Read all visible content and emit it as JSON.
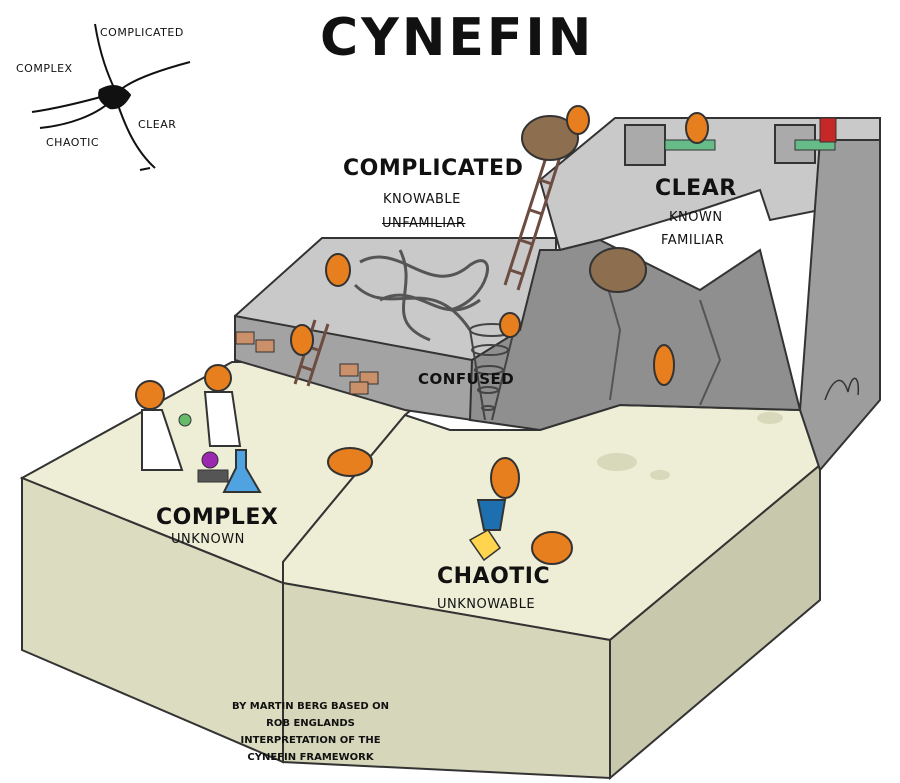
{
  "title": "CYNEFIN",
  "mini_diagram": {
    "complicated": "COMPLICATED",
    "complex": "COMPLEX",
    "clear": "CLEAR",
    "chaotic": "CHAOTIC"
  },
  "domains": {
    "complicated": {
      "name": "COMPLICATED",
      "line1": "KNOWABLE",
      "line2": "UNFAMILIAR"
    },
    "clear": {
      "name": "CLEAR",
      "line1": "KNOWN",
      "line2": "FAMILIAR"
    },
    "confused": {
      "name": "CONFUSED"
    },
    "complex": {
      "name": "COMPLEX",
      "line1": "UNKNOWN"
    },
    "chaotic": {
      "name": "CHAOTIC",
      "line1": "UNKNOWABLE"
    }
  },
  "credit": {
    "line1": "BY MARTIN BERG BASED ON",
    "line2": "ROB ENGLANDS",
    "line3": "INTERPRETATION OF THE",
    "line4": "CYNEFIN FRAMEWORK"
  },
  "colors": {
    "floor": "#eeeed6",
    "floor_side": "#dcdcc0",
    "stone_top": "#c9c9c9",
    "stone_side": "#a3a3a3",
    "stone_dark": "#8a8a8a",
    "creature": "#e87f1e",
    "brick": "#c9906a"
  }
}
